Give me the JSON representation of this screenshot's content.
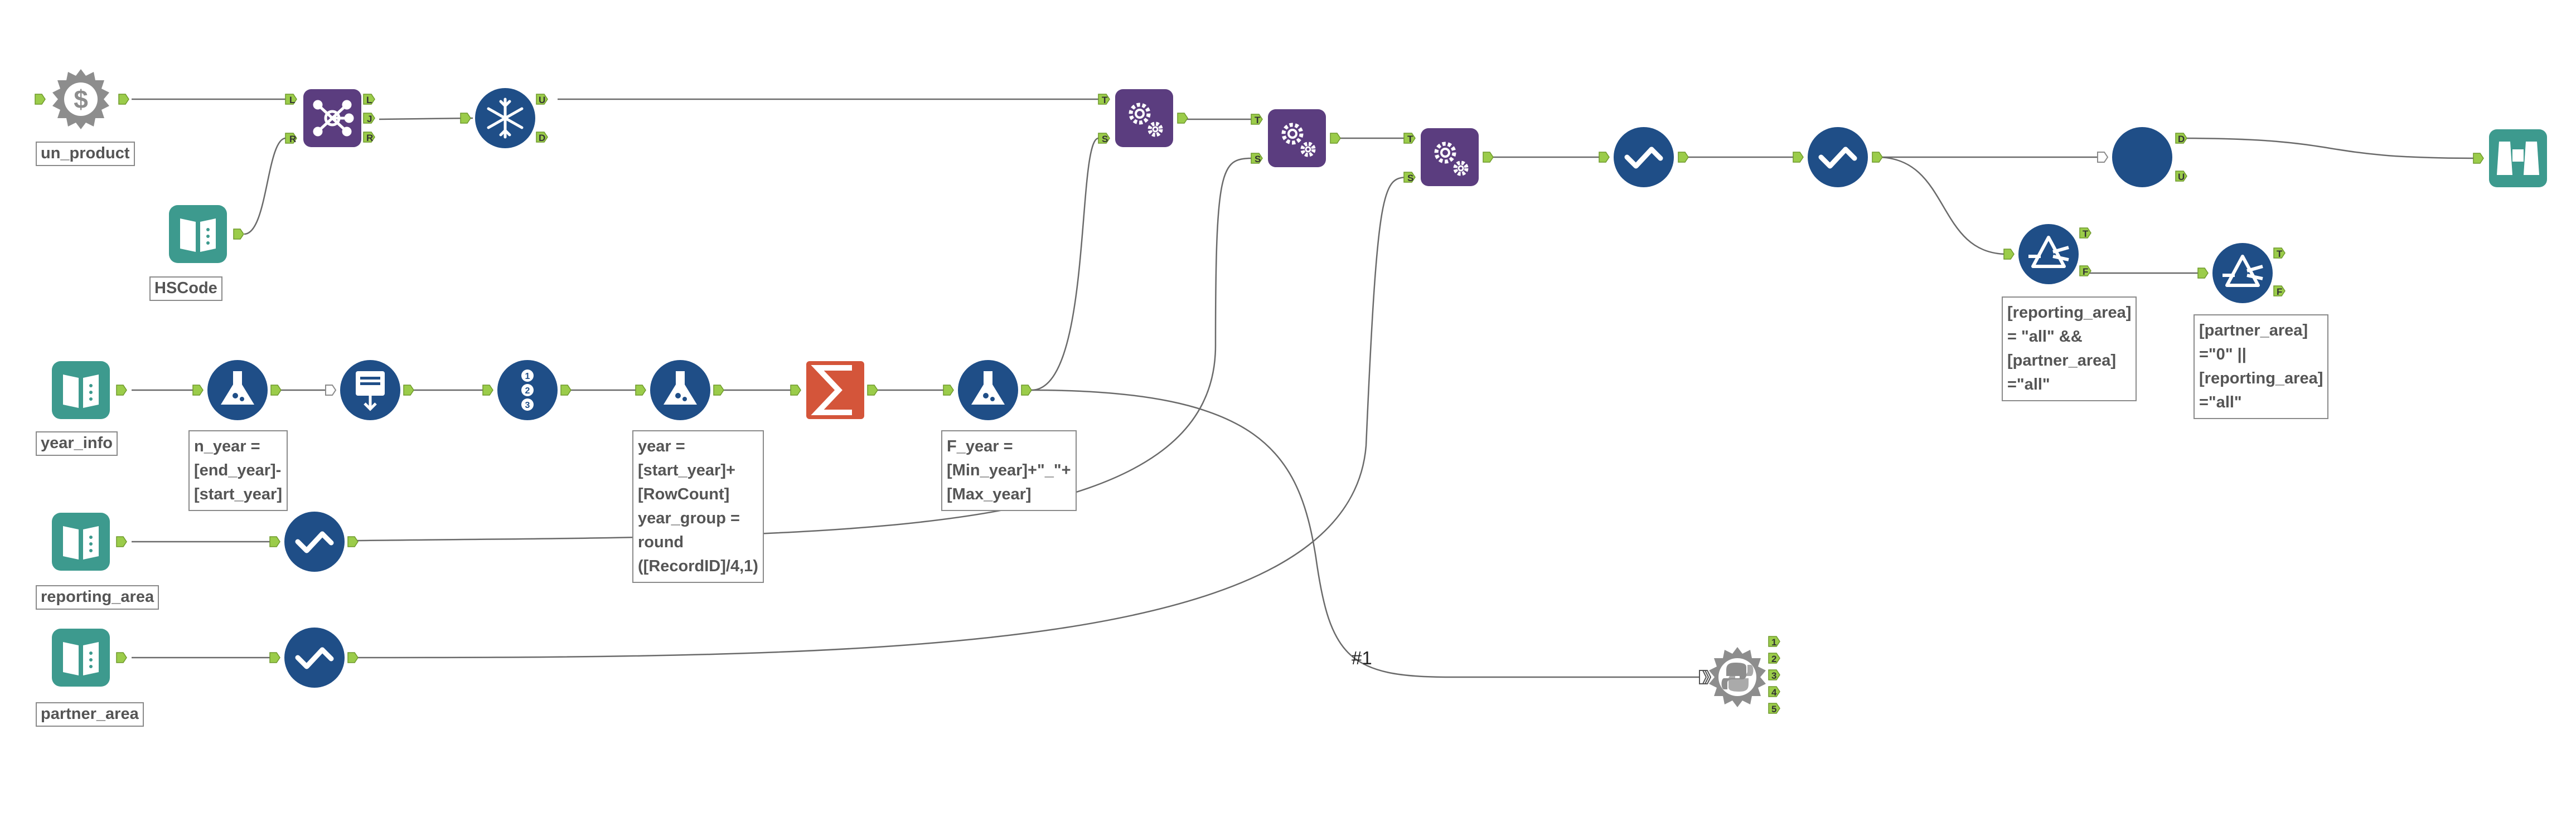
{
  "canvas": {
    "background": "#ffffff"
  },
  "colors": {
    "blue": "#1f4e87",
    "purple": "#5b3d7f",
    "teal": "#3d9a8e",
    "orange": "#d4553a",
    "grey": "#8d8d8d",
    "anchor_green": "#9bcc4a",
    "connector": "#6a6a6a"
  },
  "tools": [
    {
      "id": "un_product_input",
      "icon": "dollar-gear-icon",
      "label": "un_product"
    },
    {
      "id": "hscode_input",
      "icon": "book-icon",
      "label": "HSCode"
    },
    {
      "id": "join_tool",
      "icon": "join-icon",
      "anchors_in": [
        "L",
        "R"
      ],
      "anchors_out": [
        "L",
        "J",
        "R"
      ]
    },
    {
      "id": "unique_tool",
      "icon": "snowflake-icon",
      "anchors_out": [
        "U",
        "D"
      ]
    },
    {
      "id": "macro_1",
      "icon": "gears-icon",
      "anchors_in": [
        "T",
        "S"
      ]
    },
    {
      "id": "macro_2",
      "icon": "gears-icon",
      "anchors_in": [
        "T",
        "S"
      ]
    },
    {
      "id": "macro_3",
      "icon": "gears-icon",
      "anchors_in": [
        "T",
        "S"
      ]
    },
    {
      "id": "select_1",
      "icon": "checkmark-icon"
    },
    {
      "id": "select_2",
      "icon": "checkmark-icon"
    },
    {
      "id": "sample_tool",
      "icon": "circle-icon",
      "anchors_out": [
        "D",
        "U"
      ]
    },
    {
      "id": "browse_tool",
      "icon": "binoculars-icon"
    },
    {
      "id": "filter_1",
      "icon": "filter-icon",
      "anchors_out": [
        "T",
        "F"
      ]
    },
    {
      "id": "filter_2",
      "icon": "filter-icon",
      "anchors_out": [
        "T",
        "F"
      ]
    },
    {
      "id": "year_info_input",
      "icon": "book-icon",
      "label": "year_info"
    },
    {
      "id": "formula_1",
      "icon": "flask-icon"
    },
    {
      "id": "append_tool",
      "icon": "append-icon"
    },
    {
      "id": "record_id_tool",
      "icon": "record-id-icon"
    },
    {
      "id": "formula_2",
      "icon": "flask-icon"
    },
    {
      "id": "summarize_tool",
      "icon": "sigma-icon"
    },
    {
      "id": "formula_3",
      "icon": "flask-icon"
    },
    {
      "id": "reporting_area_input",
      "icon": "book-icon",
      "label": "reporting_area"
    },
    {
      "id": "select_3",
      "icon": "checkmark-icon"
    },
    {
      "id": "partner_area_input",
      "icon": "book-icon",
      "label": "partner_area"
    },
    {
      "id": "select_4",
      "icon": "checkmark-icon"
    },
    {
      "id": "python_tool",
      "icon": "python-icon",
      "anchors_out": [
        "1",
        "2",
        "3",
        "4",
        "5"
      ]
    }
  ],
  "annotations": {
    "n_year": "n_year =\n[end_year]-\n[start_year]",
    "year": "year =\n[start_year]+\n[RowCount]\nyear_group =\nround\n([RecordID]/4,1)",
    "f_year": "F_year =\n[Min_year]+\"_\"+\n[Max_year]",
    "filter_1": "[reporting_area]\n= \"all\" &&\n[partner_area]\n=\"all\"",
    "filter_2": "[partner_area]\n=\"0\" ||\n[reporting_area]\n=\"all\""
  },
  "connection_tags": [
    "#1"
  ]
}
